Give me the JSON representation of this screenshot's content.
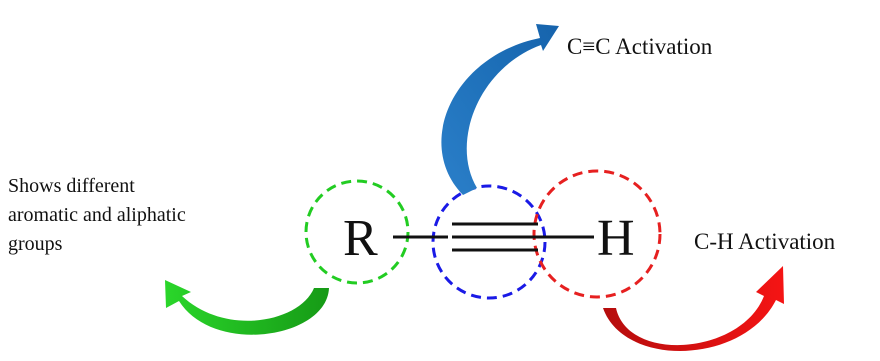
{
  "labels": {
    "alkyne_activation": "C≡C Activation",
    "ch_activation": "C-H Activation",
    "r_group_lines": [
      "Shows different",
      "aromatic and aliphatic",
      "groups"
    ]
  },
  "molecule": {
    "left_atom": "R",
    "right_atom": "H",
    "bond": "triple"
  },
  "colors": {
    "r_group": "#22cc22",
    "alkyne": "#1a1ae6",
    "hydrogen": "#e62020",
    "arrow_green": "#1fc21f",
    "arrow_blue": "#1d6fb8",
    "arrow_red": "#ee1111",
    "text": "#111111"
  }
}
